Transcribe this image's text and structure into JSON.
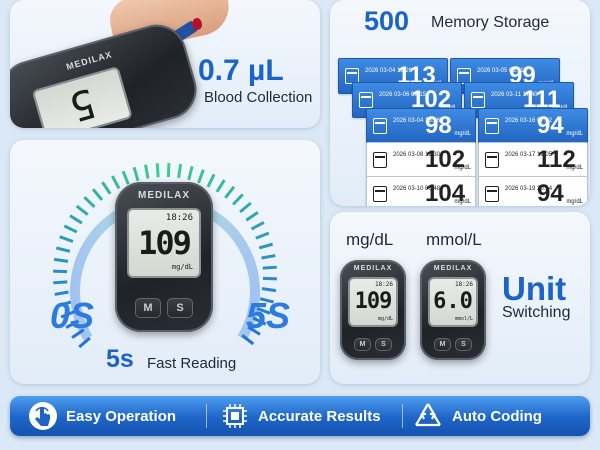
{
  "panel_blood": {
    "volume": "0.7 µL",
    "caption": "Blood Collection",
    "meter_brand": "MEDILAX",
    "meter_display": "5"
  },
  "panel_memory": {
    "count": "500",
    "caption": "Memory Storage",
    "records": [
      {
        "date": "2026 03-04 18:26",
        "value": "113",
        "unit": "mg/dL",
        "style": "blue"
      },
      {
        "date": "2026 03-05 08:11",
        "value": "99",
        "unit": "mg/dL",
        "style": "blue"
      },
      {
        "date": "2026 03-06 09:15",
        "value": "102",
        "unit": "mg/dL",
        "style": "blue"
      },
      {
        "date": "2026 03-11 17:40",
        "value": "111",
        "unit": "mg/dL",
        "style": "blue"
      },
      {
        "date": "2026 03-04 18:26",
        "value": "98",
        "unit": "mg/dL",
        "style": "blue"
      },
      {
        "date": "2026 03-16 07:02",
        "value": "94",
        "unit": "mg/dL",
        "style": "blue"
      },
      {
        "date": "2026 03-08 12:30",
        "value": "102",
        "unit": "mg/dL",
        "style": "white"
      },
      {
        "date": "2026 03-17 19:05",
        "value": "112",
        "unit": "mg/dL",
        "style": "white"
      },
      {
        "date": "2026 03-10 06:48",
        "value": "104",
        "unit": "mg/dL",
        "style": "white"
      },
      {
        "date": "2026 03-19 20:14",
        "value": "94",
        "unit": "mg/dL",
        "style": "white"
      }
    ]
  },
  "panel_fast": {
    "brand": "MEDILAX",
    "time": "18:26",
    "reading": "109",
    "unit": "mg/dL",
    "btn_m": "M",
    "btn_s": "S",
    "start_label": "0S",
    "end_label": "5S",
    "big_label": "5s",
    "caption": "Fast Reading"
  },
  "panel_unit": {
    "unit_a": "mg/dL",
    "unit_b": "mmol/L",
    "title": "Unit",
    "subtitle": "Switching",
    "meter_a": {
      "brand": "MEDILAX",
      "time": "18:26",
      "reading": "109",
      "unit": "mg/dL",
      "btn_m": "M",
      "btn_s": "S"
    },
    "meter_b": {
      "brand": "MEDILAX",
      "time": "18:26",
      "reading": "6.0",
      "unit": "mmol/L",
      "btn_m": "M",
      "btn_s": "S"
    }
  },
  "features": [
    {
      "label": "Easy Operation",
      "icon": "touch-hand-icon"
    },
    {
      "label": "Accurate Results",
      "icon": "chip-icon"
    },
    {
      "label": "Auto Coding",
      "icon": "recycle-arrows-icon"
    }
  ],
  "colors": {
    "accent": "#1c63c9",
    "bar": "#1e64c8"
  }
}
